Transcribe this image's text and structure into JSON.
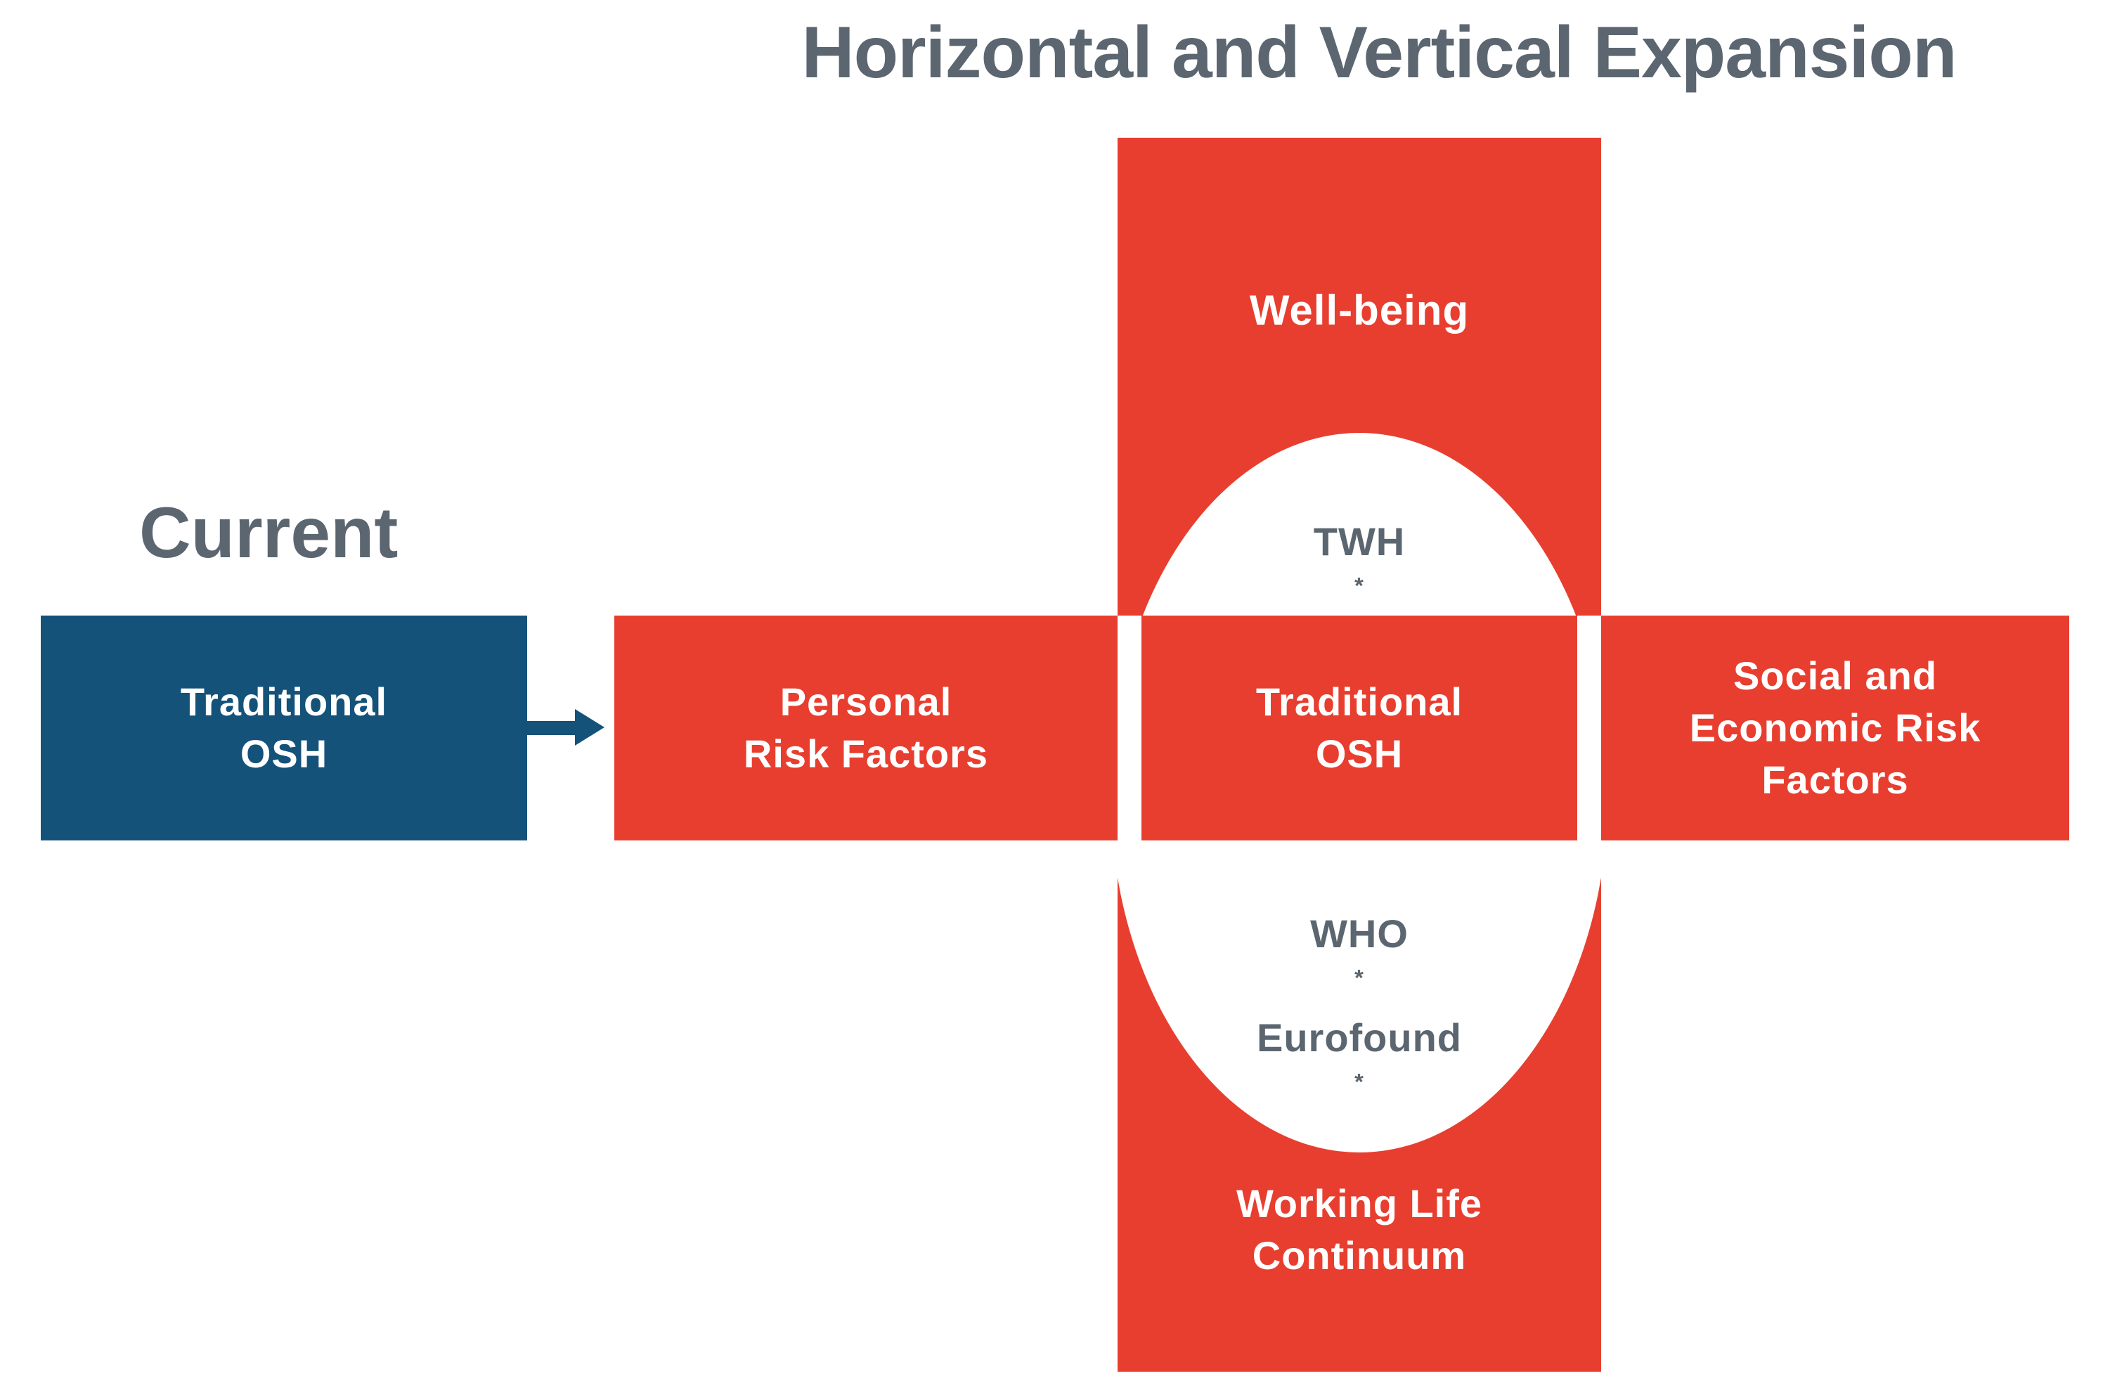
{
  "title": "Horizontal and Vertical Expansion",
  "colors": {
    "red": "#E83E2F",
    "blue": "#14527A",
    "gray": "#5B6670",
    "white": "#FFFFFF"
  },
  "current": {
    "heading": "Current",
    "box": {
      "line1": "Traditional",
      "line2": "OSH"
    }
  },
  "expansion": {
    "vertical_bar": {
      "top_label": "Well-being",
      "bottom_label": {
        "line1": "Working Life",
        "line2": "Continuum"
      }
    },
    "ellipse": {
      "top": {
        "text": "TWH",
        "sup": "*"
      },
      "bottom": {
        "line1": {
          "text": "WHO",
          "sup": "*"
        },
        "line2": {
          "text": "Eurofound",
          "sup": "*"
        }
      }
    },
    "horizontal_bar": {
      "left": {
        "line1": "Personal",
        "line2": "Risk Factors"
      },
      "center": {
        "line1": "Traditional",
        "line2": "OSH"
      },
      "right": {
        "line1": "Social and",
        "line2": "Economic Risk",
        "line3": "Factors"
      }
    }
  }
}
